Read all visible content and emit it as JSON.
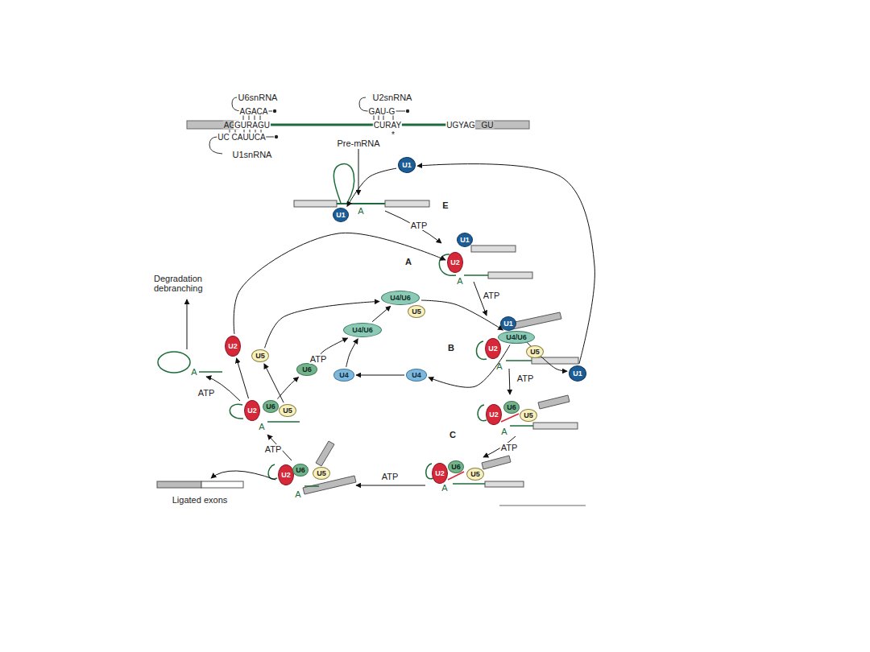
{
  "diagram": {
    "nodes": [
      {
        "text": [
          "U1"
        ]
      },
      {
        "text": [
          "U1"
        ]
      },
      {
        "text": [
          "U1"
        ]
      },
      {
        "text": [
          "U2"
        ]
      },
      {
        "text": [
          "U4/U6"
        ]
      },
      {
        "text": [
          "U5"
        ]
      },
      {
        "text": [
          "U4/U6"
        ]
      },
      {
        "text": [
          "U1"
        ]
      },
      {
        "text": [
          "U4/U6"
        ]
      },
      {
        "text": [
          "U2"
        ]
      },
      {
        "text": [
          "U5"
        ]
      },
      {
        "text": [
          "U2"
        ]
      },
      {
        "text": [
          "U5"
        ]
      },
      {
        "text": [
          "U6"
        ]
      },
      {
        "text": [
          "U4"
        ]
      },
      {
        "text": [
          "U4"
        ]
      },
      {
        "text": [
          "U1"
        ]
      },
      {
        "text": [
          "U2"
        ]
      },
      {
        "text": [
          "U6"
        ]
      },
      {
        "text": [
          "U5"
        ]
      },
      {
        "text": [
          "U2"
        ]
      },
      {
        "text": [
          "U6"
        ]
      },
      {
        "text": [
          "U5"
        ]
      },
      {
        "text": [
          "U2"
        ]
      },
      {
        "text": [
          "U6"
        ]
      },
      {
        "text": [
          "U5"
        ]
      },
      {
        "text": [
          "U2"
        ]
      },
      {
        "text": [
          "U6"
        ]
      },
      {
        "text": [
          "U5"
        ]
      }
    ],
    "edges": [
      {
        "from": 16,
        "to": 0,
        "arrow": "to"
      },
      {
        "from": 0,
        "to": 1,
        "arrow": "to"
      },
      {
        "from": 7,
        "to": 16,
        "arrow": "to"
      },
      {
        "from": 8,
        "to": 15,
        "arrow": "to"
      },
      {
        "from": 15,
        "to": 14,
        "arrow": "to"
      },
      {
        "from": 13,
        "to": 6,
        "arrow": "to"
      },
      {
        "from": 14,
        "to": 6,
        "arrow": "to"
      },
      {
        "from": 6,
        "to": 4,
        "arrow": "to"
      },
      {
        "from": 4,
        "to": 8,
        "arrow": "to"
      },
      {
        "from": 12,
        "to": 4,
        "arrow": "to"
      },
      {
        "from": 11,
        "to": 3,
        "arrow": "to"
      },
      {
        "from": 17,
        "to": 11,
        "arrow": "to"
      },
      {
        "from": 19,
        "to": 12,
        "arrow": "to"
      },
      {
        "from": 18,
        "to": 13,
        "arrow": "to"
      }
    ],
    "labels": [
      "U6snRNA",
      "AGACA",
      "U2snRNA",
      "GAU-G",
      "AG",
      "GURAGU",
      "CURAY",
      "UGYAG",
      "GU",
      "*",
      "UC CAUUCA",
      "U1snRNA",
      "Pre-mRNA",
      "E",
      "ATP",
      "A",
      "A",
      "A",
      "Degradation debranching",
      "ATP",
      "B",
      "ATP",
      "A",
      "ATP",
      "A",
      "ATP",
      "A",
      "C",
      "A",
      "ATP",
      "ATP",
      "A",
      "ATP",
      "Ligated exons",
      "A"
    ]
  }
}
